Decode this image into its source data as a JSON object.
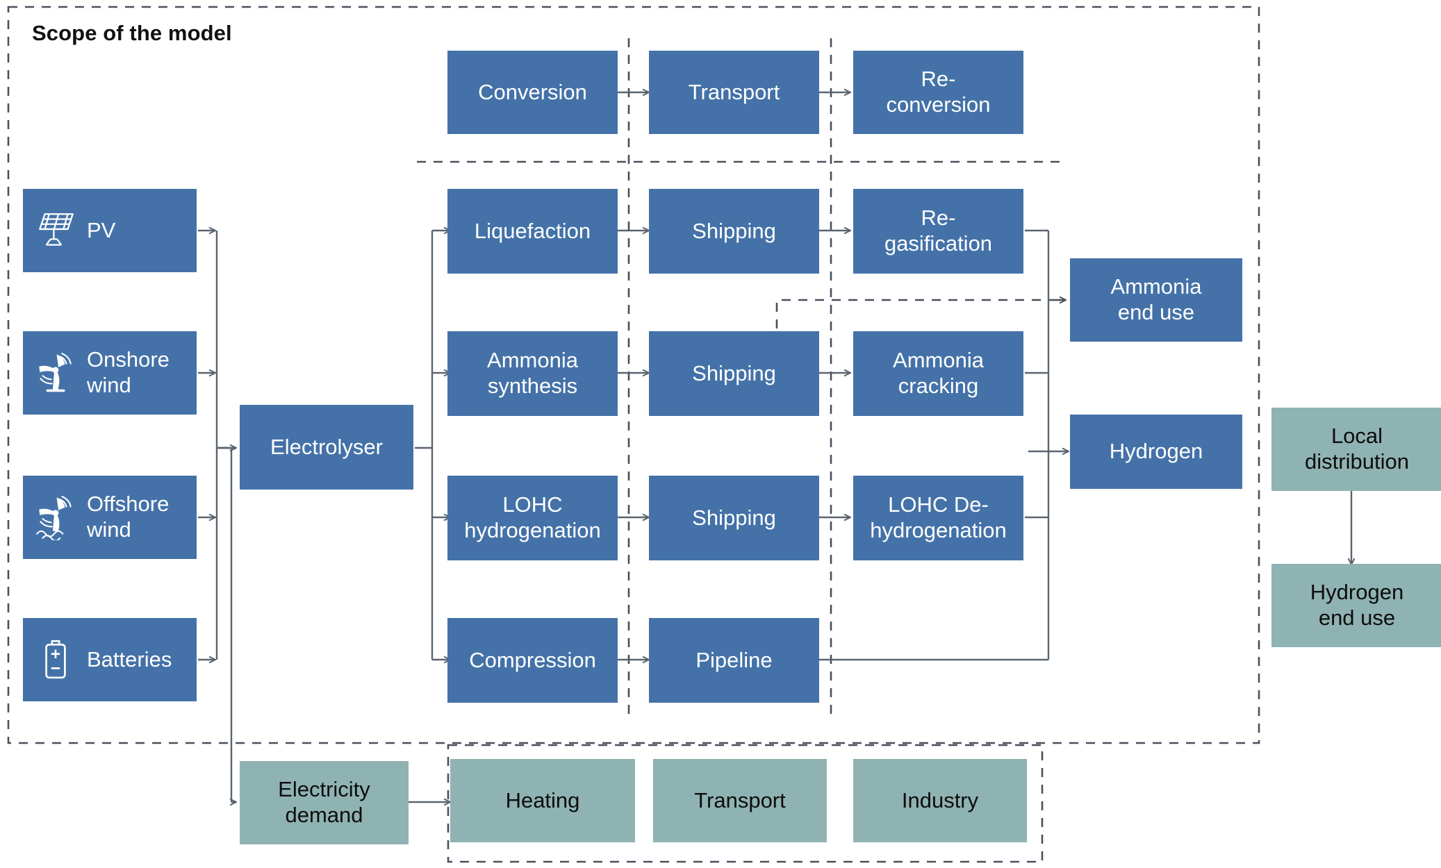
{
  "title": {
    "scope_label": "Scope of the model"
  },
  "colors": {
    "process_blue": "#4472A8",
    "enduse_teal": "#8FB3B2",
    "arrow_gray": "#5A6470",
    "dash_gray": "#49505C",
    "text_on_blue": "#FFFFFF",
    "text_on_teal": "#0D0D0D"
  },
  "headers": {
    "conversion": "Conversion",
    "transport": "Transport",
    "reconversion": "Re-\nconversion"
  },
  "sources": [
    {
      "label": "PV",
      "icon": "solar-panel-icon"
    },
    {
      "label": "Onshore\nwind",
      "icon": "wind-turbine-icon"
    },
    {
      "label": "Offshore\nwind",
      "icon": "offshore-wind-turbine-icon"
    },
    {
      "label": "Batteries",
      "icon": "battery-icon"
    }
  ],
  "electrolyser": {
    "label": "Electrolyser"
  },
  "pathways": [
    {
      "conversion": "Liquefaction",
      "transport": "Shipping",
      "reconversion": "Re-\ngasification"
    },
    {
      "conversion": "Ammonia\nsynthesis",
      "transport": "Shipping",
      "reconversion": "Ammonia\ncracking"
    },
    {
      "conversion": "LOHC\nhydrogenation",
      "transport": "Shipping",
      "reconversion": "LOHC De-\nhydrogenation"
    },
    {
      "conversion": "Compression",
      "transport": "Pipeline",
      "reconversion": ""
    }
  ],
  "carriers": {
    "ammonia_end_use": "Ammonia\nend use",
    "hydrogen": "Hydrogen"
  },
  "distribution": {
    "local_distribution": "Local\ndistribution",
    "hydrogen_end_use": "Hydrogen\nend use"
  },
  "electricity": {
    "demand": "Electricity\ndemand",
    "end_uses": [
      "Heating",
      "Transport",
      "Industry"
    ]
  }
}
